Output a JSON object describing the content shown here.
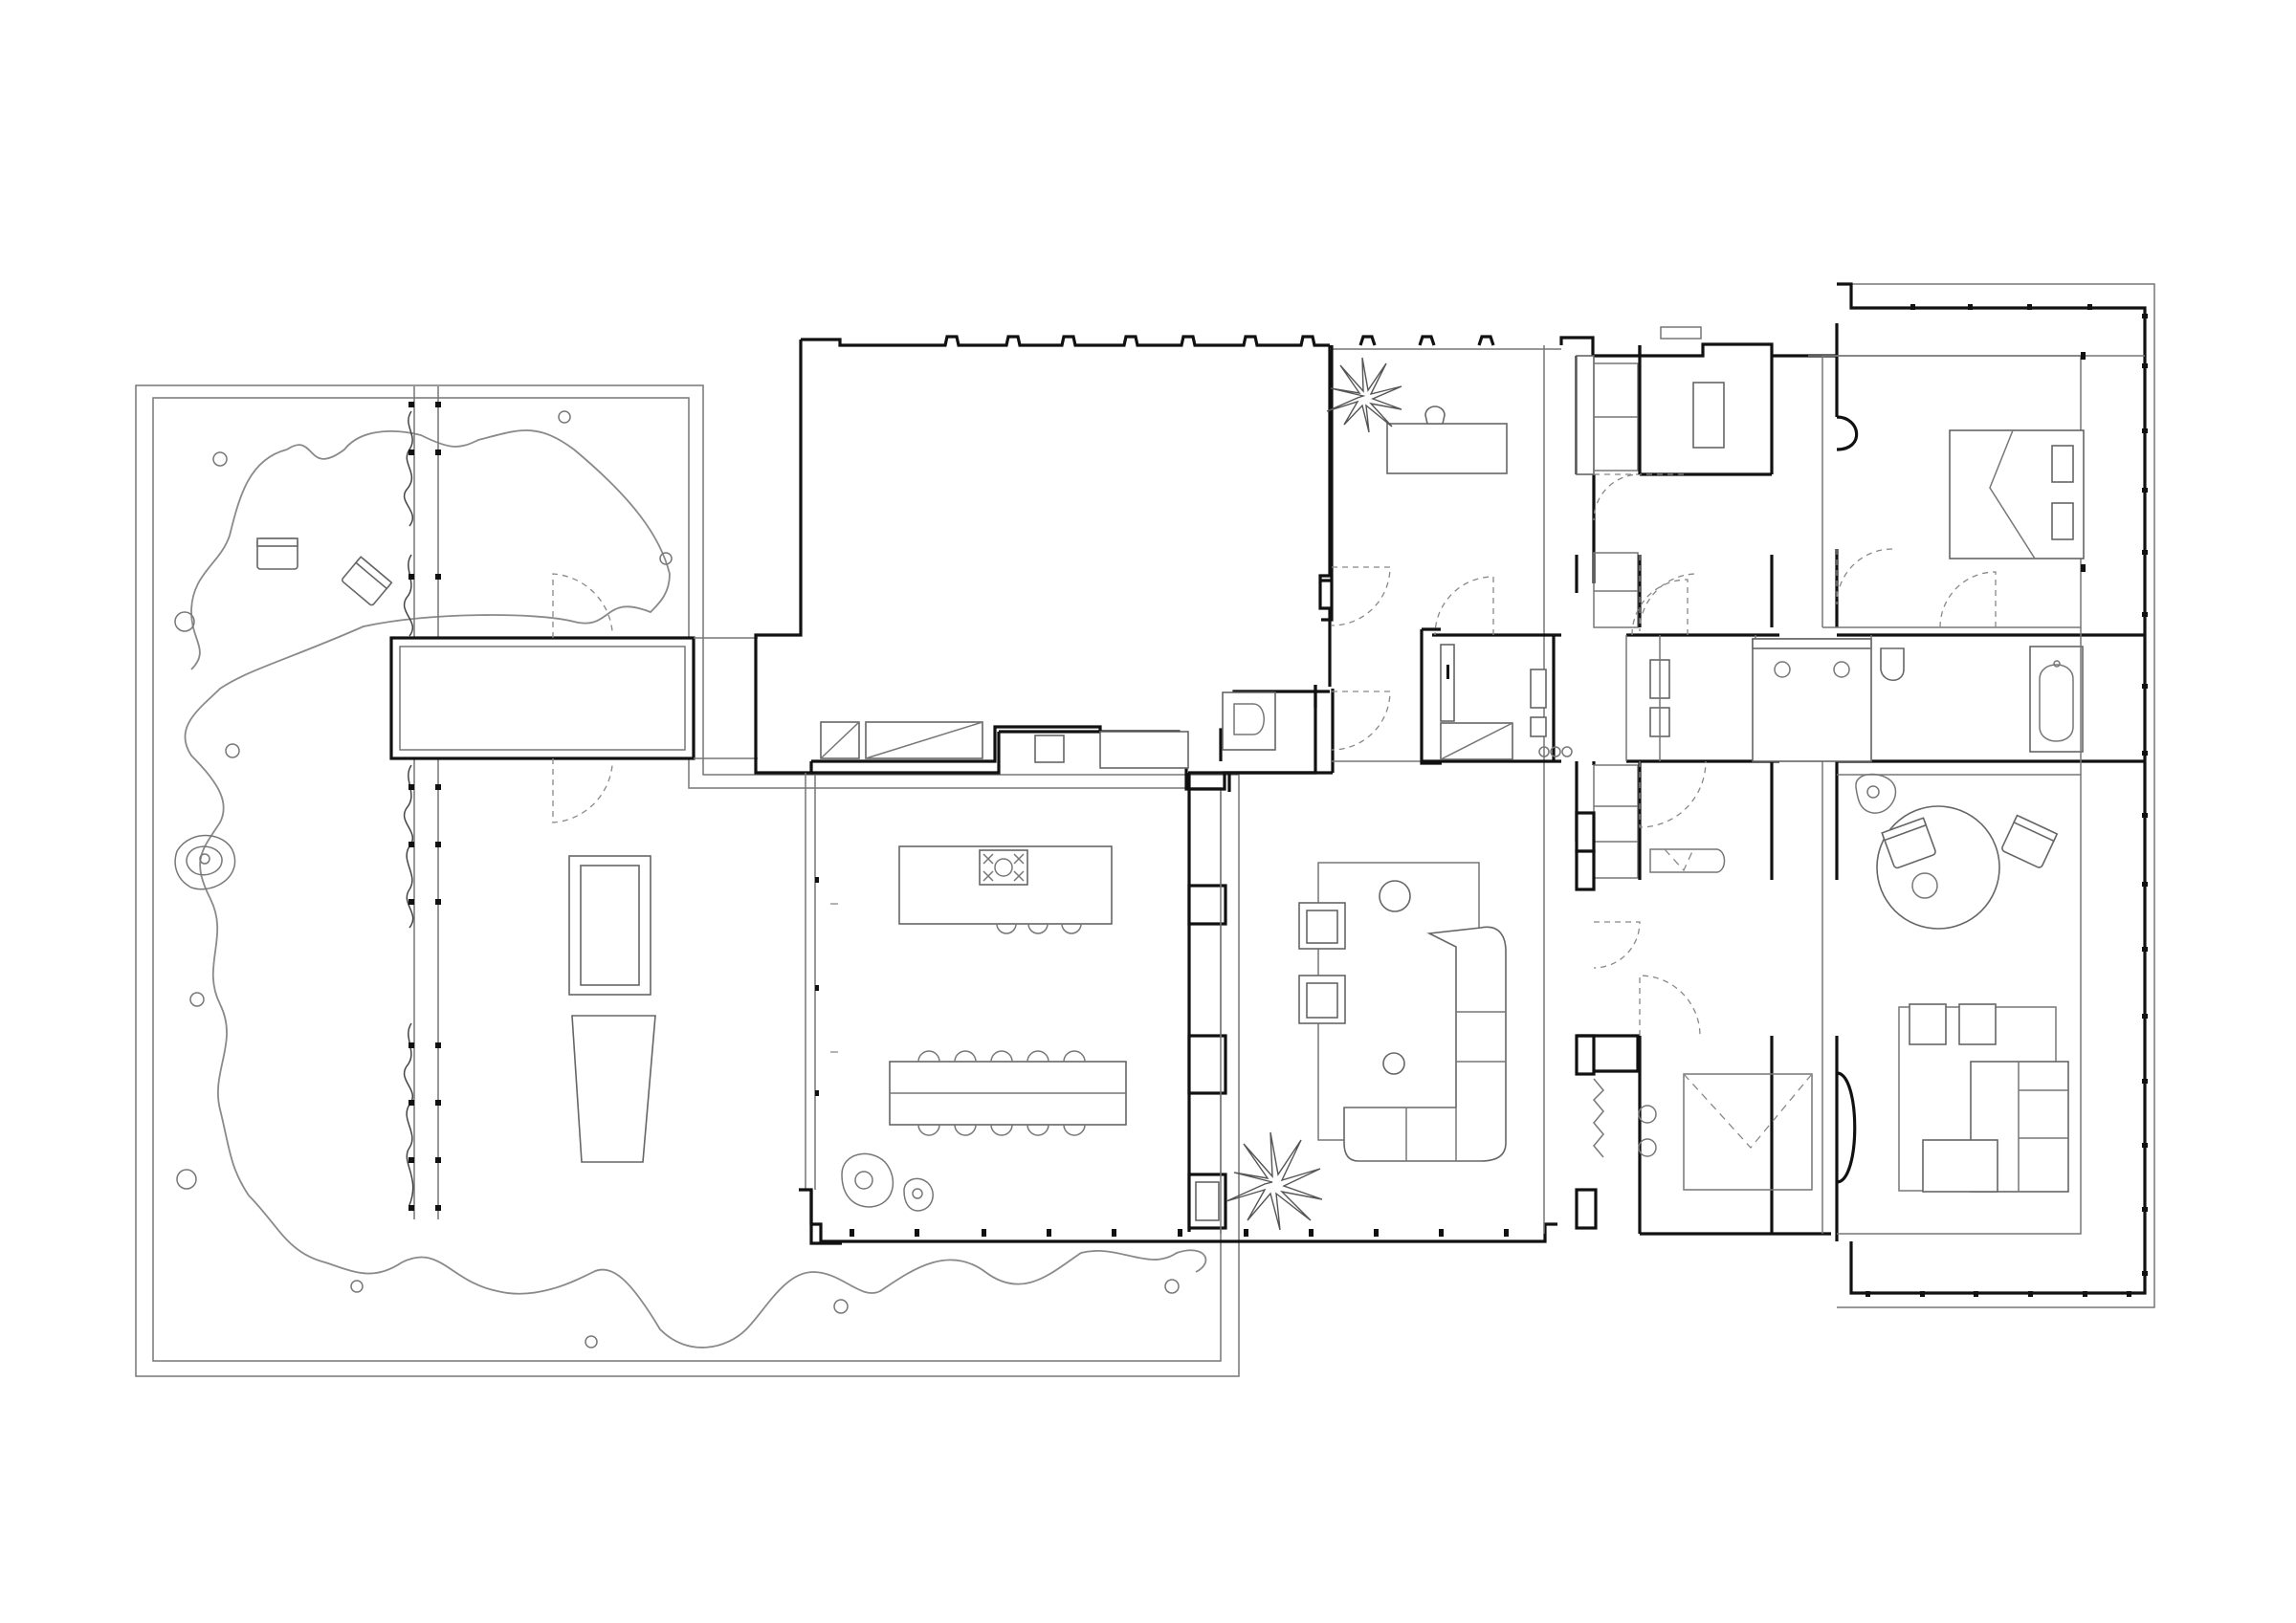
{
  "drawing": {
    "kind": "floor-plan",
    "line_color": "#111111",
    "furniture_color": "#666666",
    "background": "#ffffff",
    "symbols": [
      "garden-terrace",
      "pavilion",
      "hedge-row",
      "lounge-chair",
      "planter",
      "kitchen-island",
      "cooktop",
      "dining-table",
      "sofa",
      "armchair",
      "potted-plant",
      "desk",
      "wardrobe",
      "toilet",
      "shower",
      "basin",
      "bathtub",
      "double-bed",
      "round-table",
      "bedroom-chair",
      "veranda-posts"
    ]
  }
}
